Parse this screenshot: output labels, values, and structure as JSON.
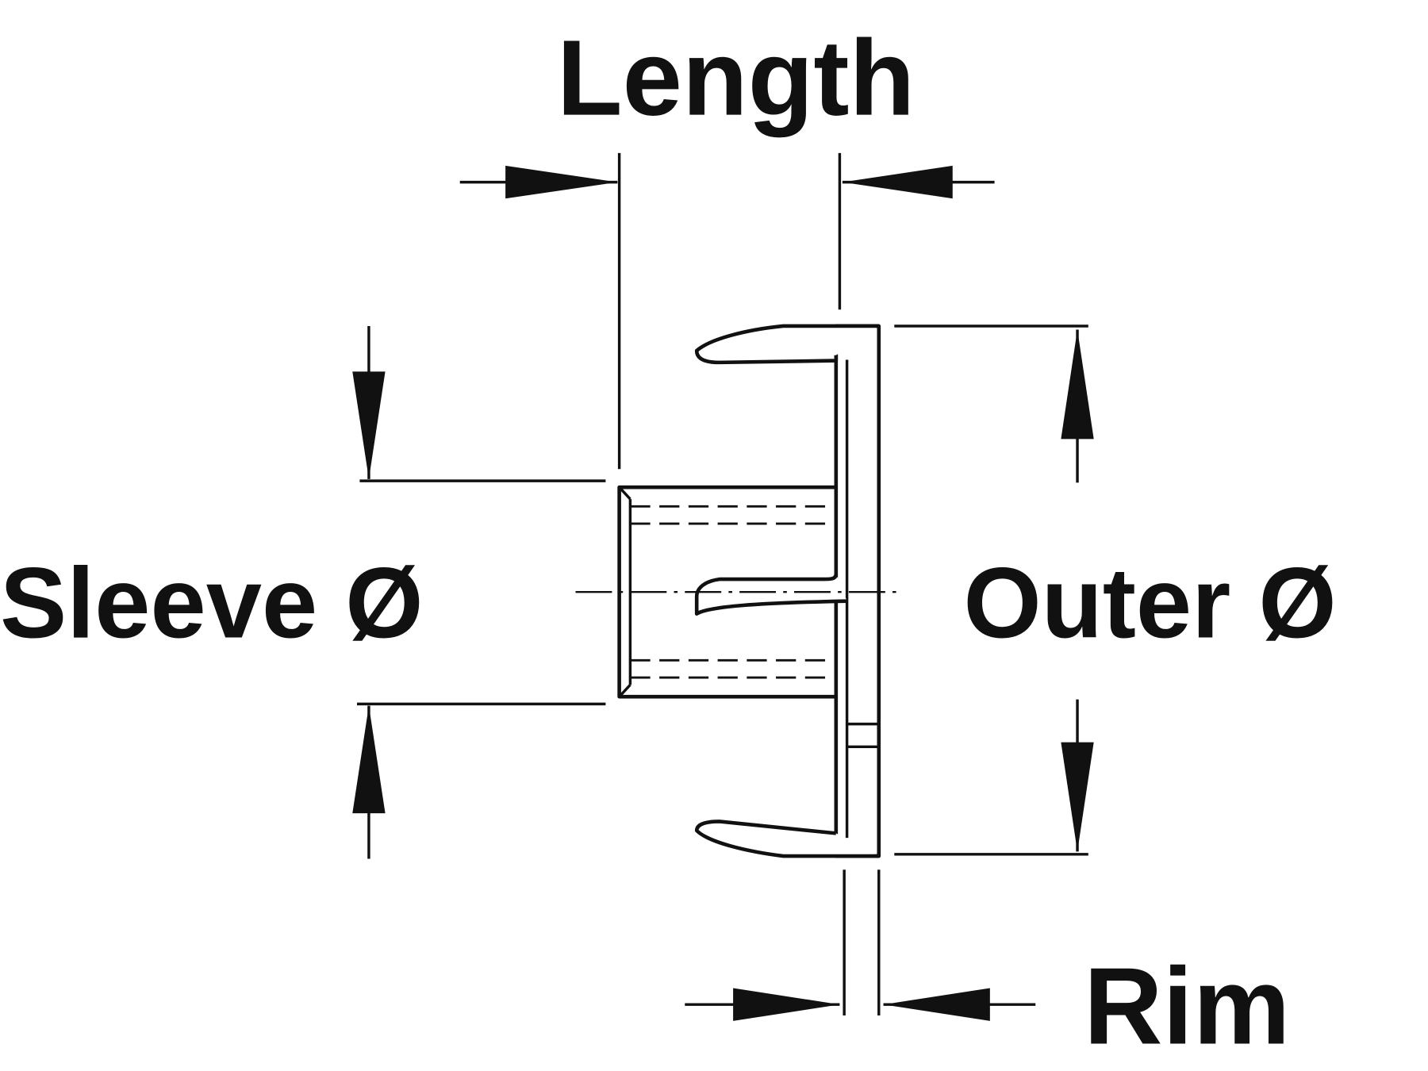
{
  "labels": {
    "length": "Length",
    "sleeve_diameter": "Sleeve Ø",
    "outer_diameter": "Outer Ø",
    "rim": "Rim"
  },
  "colors": {
    "line": "#111111",
    "background": "#ffffff"
  }
}
